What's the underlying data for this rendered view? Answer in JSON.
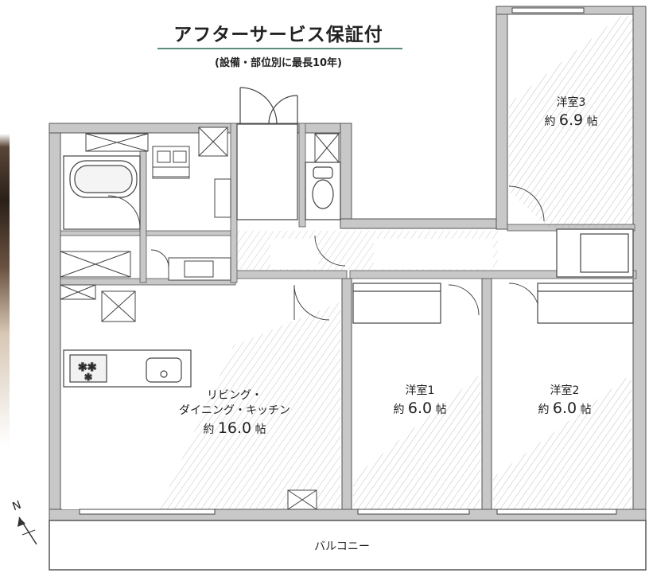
{
  "heading": {
    "title": "アフターサービス保証付",
    "subtitle": "(設備・部位別に最長10年)"
  },
  "rooms": {
    "ldk": {
      "name_line1": "リビング・",
      "name_line2": "ダイニング・キッチン",
      "size_prefix": "約",
      "size_value": "16.0",
      "size_unit": "帖"
    },
    "bedroom1": {
      "name": "洋室1",
      "size_prefix": "約",
      "size_value": "6.0",
      "size_unit": "帖"
    },
    "bedroom2": {
      "name": "洋室2",
      "size_prefix": "約",
      "size_value": "6.0",
      "size_unit": "帖"
    },
    "bedroom3": {
      "name": "洋室3",
      "size_prefix": "約",
      "size_value": "6.9",
      "size_unit": "帖"
    }
  },
  "balcony": {
    "label": "バルコニー"
  },
  "compass": {
    "label": "N"
  },
  "colors": {
    "wall": "#c8c8c8",
    "line": "#333333",
    "hatch": "#7a7a7a",
    "accent_rule": "#5a8c7e"
  }
}
